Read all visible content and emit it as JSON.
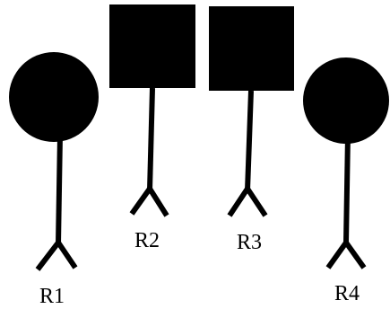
{
  "figures": [
    {
      "label": "R1",
      "head": "circle"
    },
    {
      "label": "R2",
      "head": "square"
    },
    {
      "label": "R3",
      "head": "square"
    },
    {
      "label": "R4",
      "head": "circle"
    }
  ],
  "colors": {
    "foreground": "#000000",
    "background": "#ffffff"
  }
}
